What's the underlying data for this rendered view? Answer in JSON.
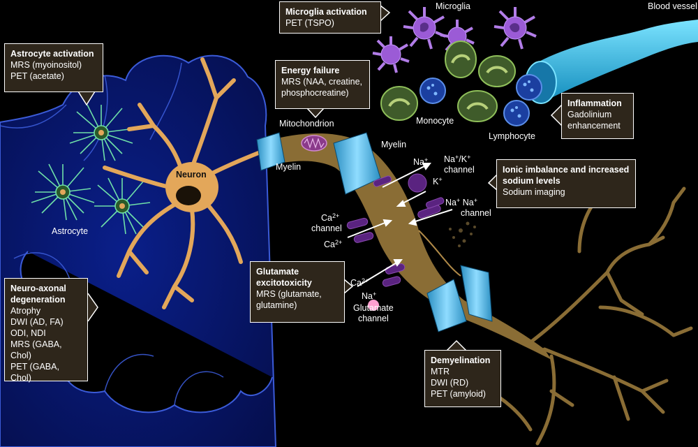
{
  "callouts": {
    "astrocyte": {
      "title": "Astrocyte activation",
      "lines": [
        "MRS (myoinositol)",
        "PET (acetate)"
      ]
    },
    "microglia": {
      "title": "Microglia activation",
      "lines": [
        "PET (TSPO)"
      ]
    },
    "energy": {
      "title": "Energy failure",
      "lines": [
        "MRS (NAA, creatine,",
        "phosphocreatine)"
      ]
    },
    "inflammation": {
      "title": "Inflammation",
      "lines": [
        "Gadolinium",
        "enhancement"
      ]
    },
    "ionic": {
      "title": "Ionic imbalance and increased",
      "title2": "sodium levels",
      "lines": [
        "Sodium imaging"
      ]
    },
    "neuroaxonal": {
      "title": "Neuro-axonal",
      "title2": "degeneration",
      "lines": [
        "Atrophy",
        "DWI (AD, FA)",
        "ODI, NDI",
        "MRS (GABA, Chol)",
        "PET (GABA, Chol)"
      ]
    },
    "glutamate": {
      "title": "Glutamate",
      "title2": "excitotoxicity",
      "lines": [
        "MRS (glutamate,",
        "glutamine)"
      ]
    },
    "demyelination": {
      "title": "Demyelination",
      "lines": [
        "MTR",
        "DWI (RD)",
        "PET (amyloid)"
      ]
    }
  },
  "labels": {
    "microglia": "Microglia",
    "blood_vessel": "Blood vessel",
    "mitochondrion": "Mitochondrion",
    "myelin1": "Myelin",
    "myelin2": "Myelin",
    "monocyte": "Monocyte",
    "lymphocyte": "Lymphocyte",
    "neuron": "Neuron",
    "astrocyte": "Astrocyte",
    "na_k_channel": {
      "na": "Na",
      "na_sup": "+",
      "k": "/K",
      "k_sup": "+",
      "word": "channel"
    },
    "na_in": {
      "base": "Na",
      "sup": "+"
    },
    "k_out": {
      "base": "K",
      "sup": "+"
    },
    "na_channel": {
      "na1": "Na",
      "na1_sup": "+",
      "na2": "Na",
      "na2_sup": "+",
      "word": "channel"
    },
    "ca_channel": {
      "base": "Ca",
      "sup": "2+",
      "word": "channel"
    },
    "ca_in": {
      "base": "Ca",
      "sup": "2+"
    },
    "ca_glut": {
      "base": "Ca",
      "sup": "2+"
    },
    "na_glut": {
      "base": "Na",
      "sup": "+"
    },
    "glutamate_channel": [
      "Glutamate",
      "channel"
    ]
  },
  "colors": {
    "brain": "#0a1a6e",
    "brain_edge": "#3b5bd8",
    "neuron": "#e3a75a",
    "axon": "#8a6d35",
    "myelin": "#4fb8e0",
    "vessel": "#3ec3e6",
    "microglia": "#9b5bd6",
    "astrocyte": "#6fe0a8",
    "channel": "#6a2a8a",
    "box": "#2e261b"
  }
}
